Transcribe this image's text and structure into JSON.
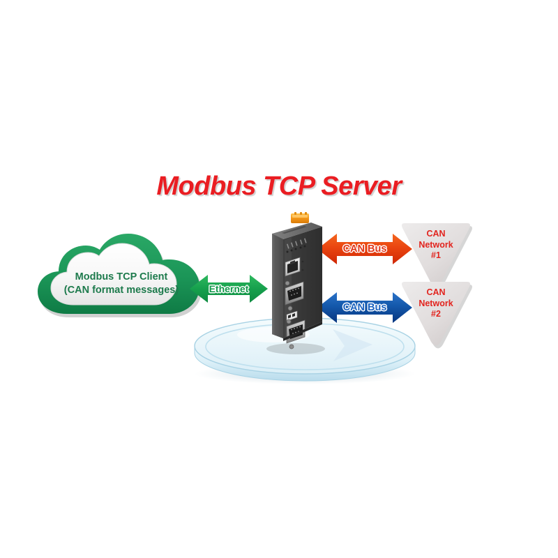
{
  "title": "Modbus TCP Server",
  "colors": {
    "title_red": "#ea1d22",
    "cloud_green": "#1e9b5c",
    "cloud_text_green": "#1d7a4c",
    "ethernet_green": "#17a04e",
    "can1_orange": "#f04e12",
    "can1_orange_dark": "#d92b0a",
    "can2_blue": "#1a5fb8",
    "can2_blue_dark": "#0a3d8f",
    "triangle_gray": "#e3e0e0",
    "network_red": "#e2241e",
    "device_body": "#4a4a4a",
    "device_connector_orange": "#f5a31f",
    "platter_blue": "#cfe6f2"
  },
  "cloud": {
    "name": "modbus-tcp-client-cloud",
    "line1": "Modbus TCP Client",
    "line2": "(CAN format messages)"
  },
  "arrows": [
    {
      "id": "ethernet",
      "label": "Ethernet",
      "direction": "bidirectional",
      "color": "#17a04e"
    },
    {
      "id": "can-bus-1",
      "label": "CAN Bus",
      "direction": "bidirectional",
      "color": "#f04e12"
    },
    {
      "id": "can-bus-2",
      "label": "CAN Bus",
      "direction": "bidirectional",
      "color": "#1a5fb8"
    }
  ],
  "networks": [
    {
      "id": "can-network-1",
      "line1": "CAN",
      "line2": "Network",
      "line3": "#1"
    },
    {
      "id": "can-network-2",
      "line1": "CAN",
      "line2": "Network",
      "line3": "#2"
    }
  ],
  "device": {
    "name": "can-to-modbus-tcp-gateway",
    "icons": {
      "ethernet_port": "rj45-icon",
      "can_port_1": "db9-connector-icon",
      "can_port_2": "db9-connector-icon",
      "power_connector": "terminal-block-icon",
      "dip_switch": "dip-switch-icon",
      "leds": "status-led-icon"
    }
  },
  "platter": {
    "name": "glass-pedestal"
  }
}
